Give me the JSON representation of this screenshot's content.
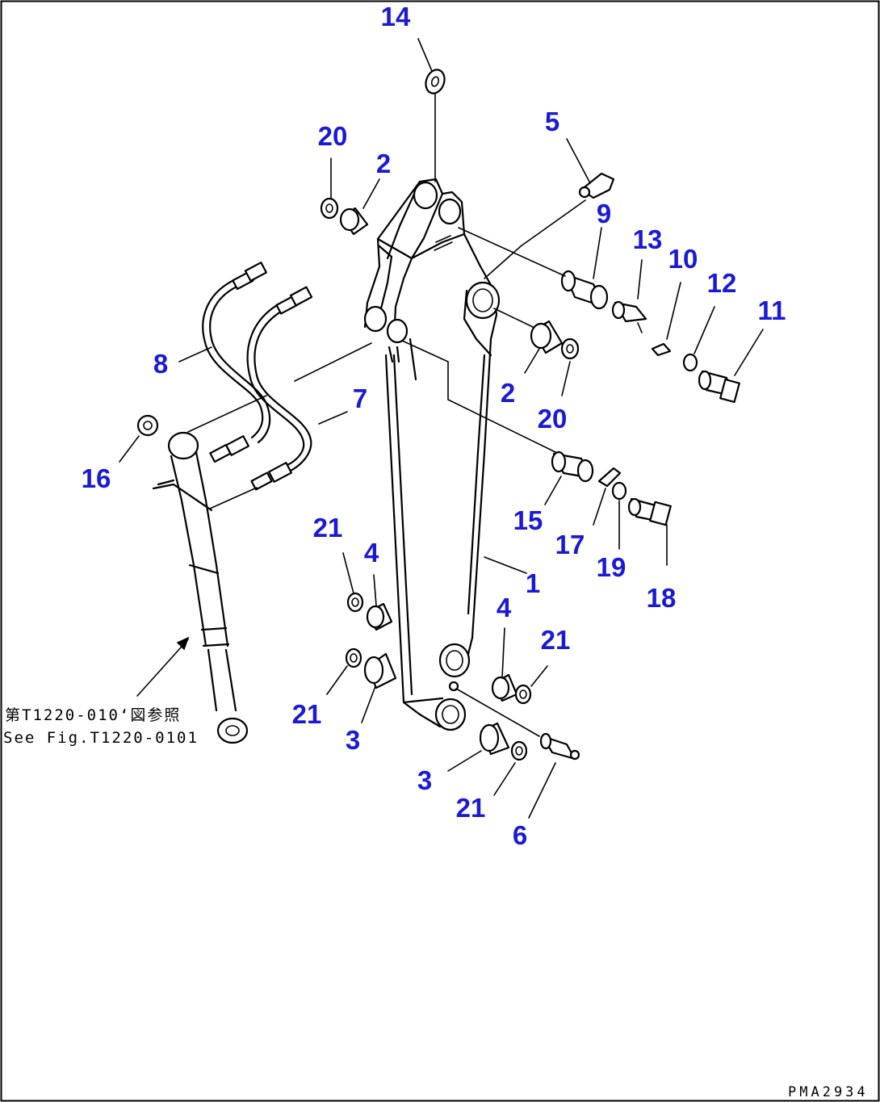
{
  "callouts": {
    "c14": "14",
    "c20a": "20",
    "c2a": "2",
    "c5": "5",
    "c9": "9",
    "c13": "13",
    "c10": "10",
    "c12": "12",
    "c11": "11",
    "c8": "8",
    "c7": "7",
    "c16": "16",
    "c2b": "2",
    "c20b": "20",
    "c15": "15",
    "c17": "17",
    "c19": "19",
    "c18": "18",
    "c1": "1",
    "c21a": "21",
    "c4a": "4",
    "c4b": "4",
    "c21b": "21",
    "c21c": "21",
    "c3a": "3",
    "c3b": "3",
    "c21d": "21",
    "c6": "6"
  },
  "note": {
    "line1": "第T1220-010‘図参照",
    "line2": "See Fig.T1220-0101"
  },
  "drawing_code": "PMA2934",
  "colors": {
    "callout": "#1a1ad6",
    "line": "#000000",
    "background": "#ffffff"
  }
}
